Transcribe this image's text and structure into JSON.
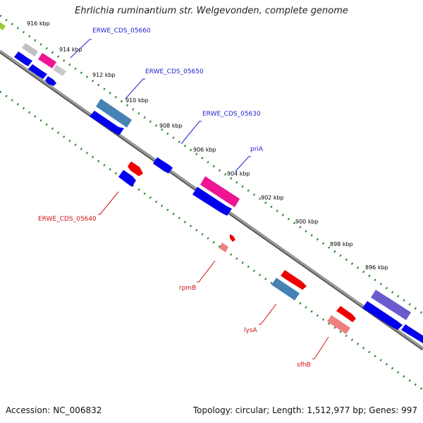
{
  "title": "Ehrlichia ruminantium str. Welgevonden, complete genome",
  "accession": "Accession: NC_006832",
  "summary": "Topology: circular; Length: 1,512,977 bp; Genes: 997",
  "ticks": [
    "916 kbp",
    "914 kbp",
    "912 kbp",
    "910 kbp",
    "908 kbp",
    "906 kbp",
    "904 kbp",
    "902 kbp",
    "900 kbp",
    "898 kbp",
    "896 kbp"
  ],
  "labels": {
    "erwe_05660": "ERWE_CDS_05660",
    "erwe_05650": "ERWE_CDS_05650",
    "erwe_05630": "ERWE_CDS_05630",
    "pria": "priA",
    "erwe_05640": "ERWE_CDS_05640",
    "rpmb": "rpmB",
    "lysa": "lysA",
    "sfhb": "sfhB"
  },
  "colors": {
    "backbone": "#808080",
    "tick_dots": "#2e8b2e",
    "cds_blue": "#0000ee",
    "cds_steel": "#4682b4",
    "cds_pink": "#ee1493",
    "cds_gray": "#bbbbbb",
    "cds_red": "#ee0000",
    "cds_salmon": "#ee8080",
    "cds_purple": "#6a5acd",
    "cds_green": "#9acd32",
    "label_blue": "#2222cc",
    "label_red": "#cc1111"
  }
}
